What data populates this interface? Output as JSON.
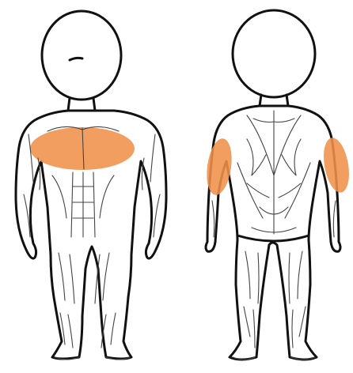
{
  "figure": {
    "views": [
      {
        "id": "front",
        "highlighted_muscles": [
          "chest"
        ]
      },
      {
        "id": "back",
        "highlighted_muscles": [
          "left-triceps",
          "right-triceps"
        ]
      }
    ],
    "colors": {
      "highlight": "#f0914a",
      "outline": "#111111",
      "detail": "#444444",
      "background": "#ffffff"
    }
  }
}
